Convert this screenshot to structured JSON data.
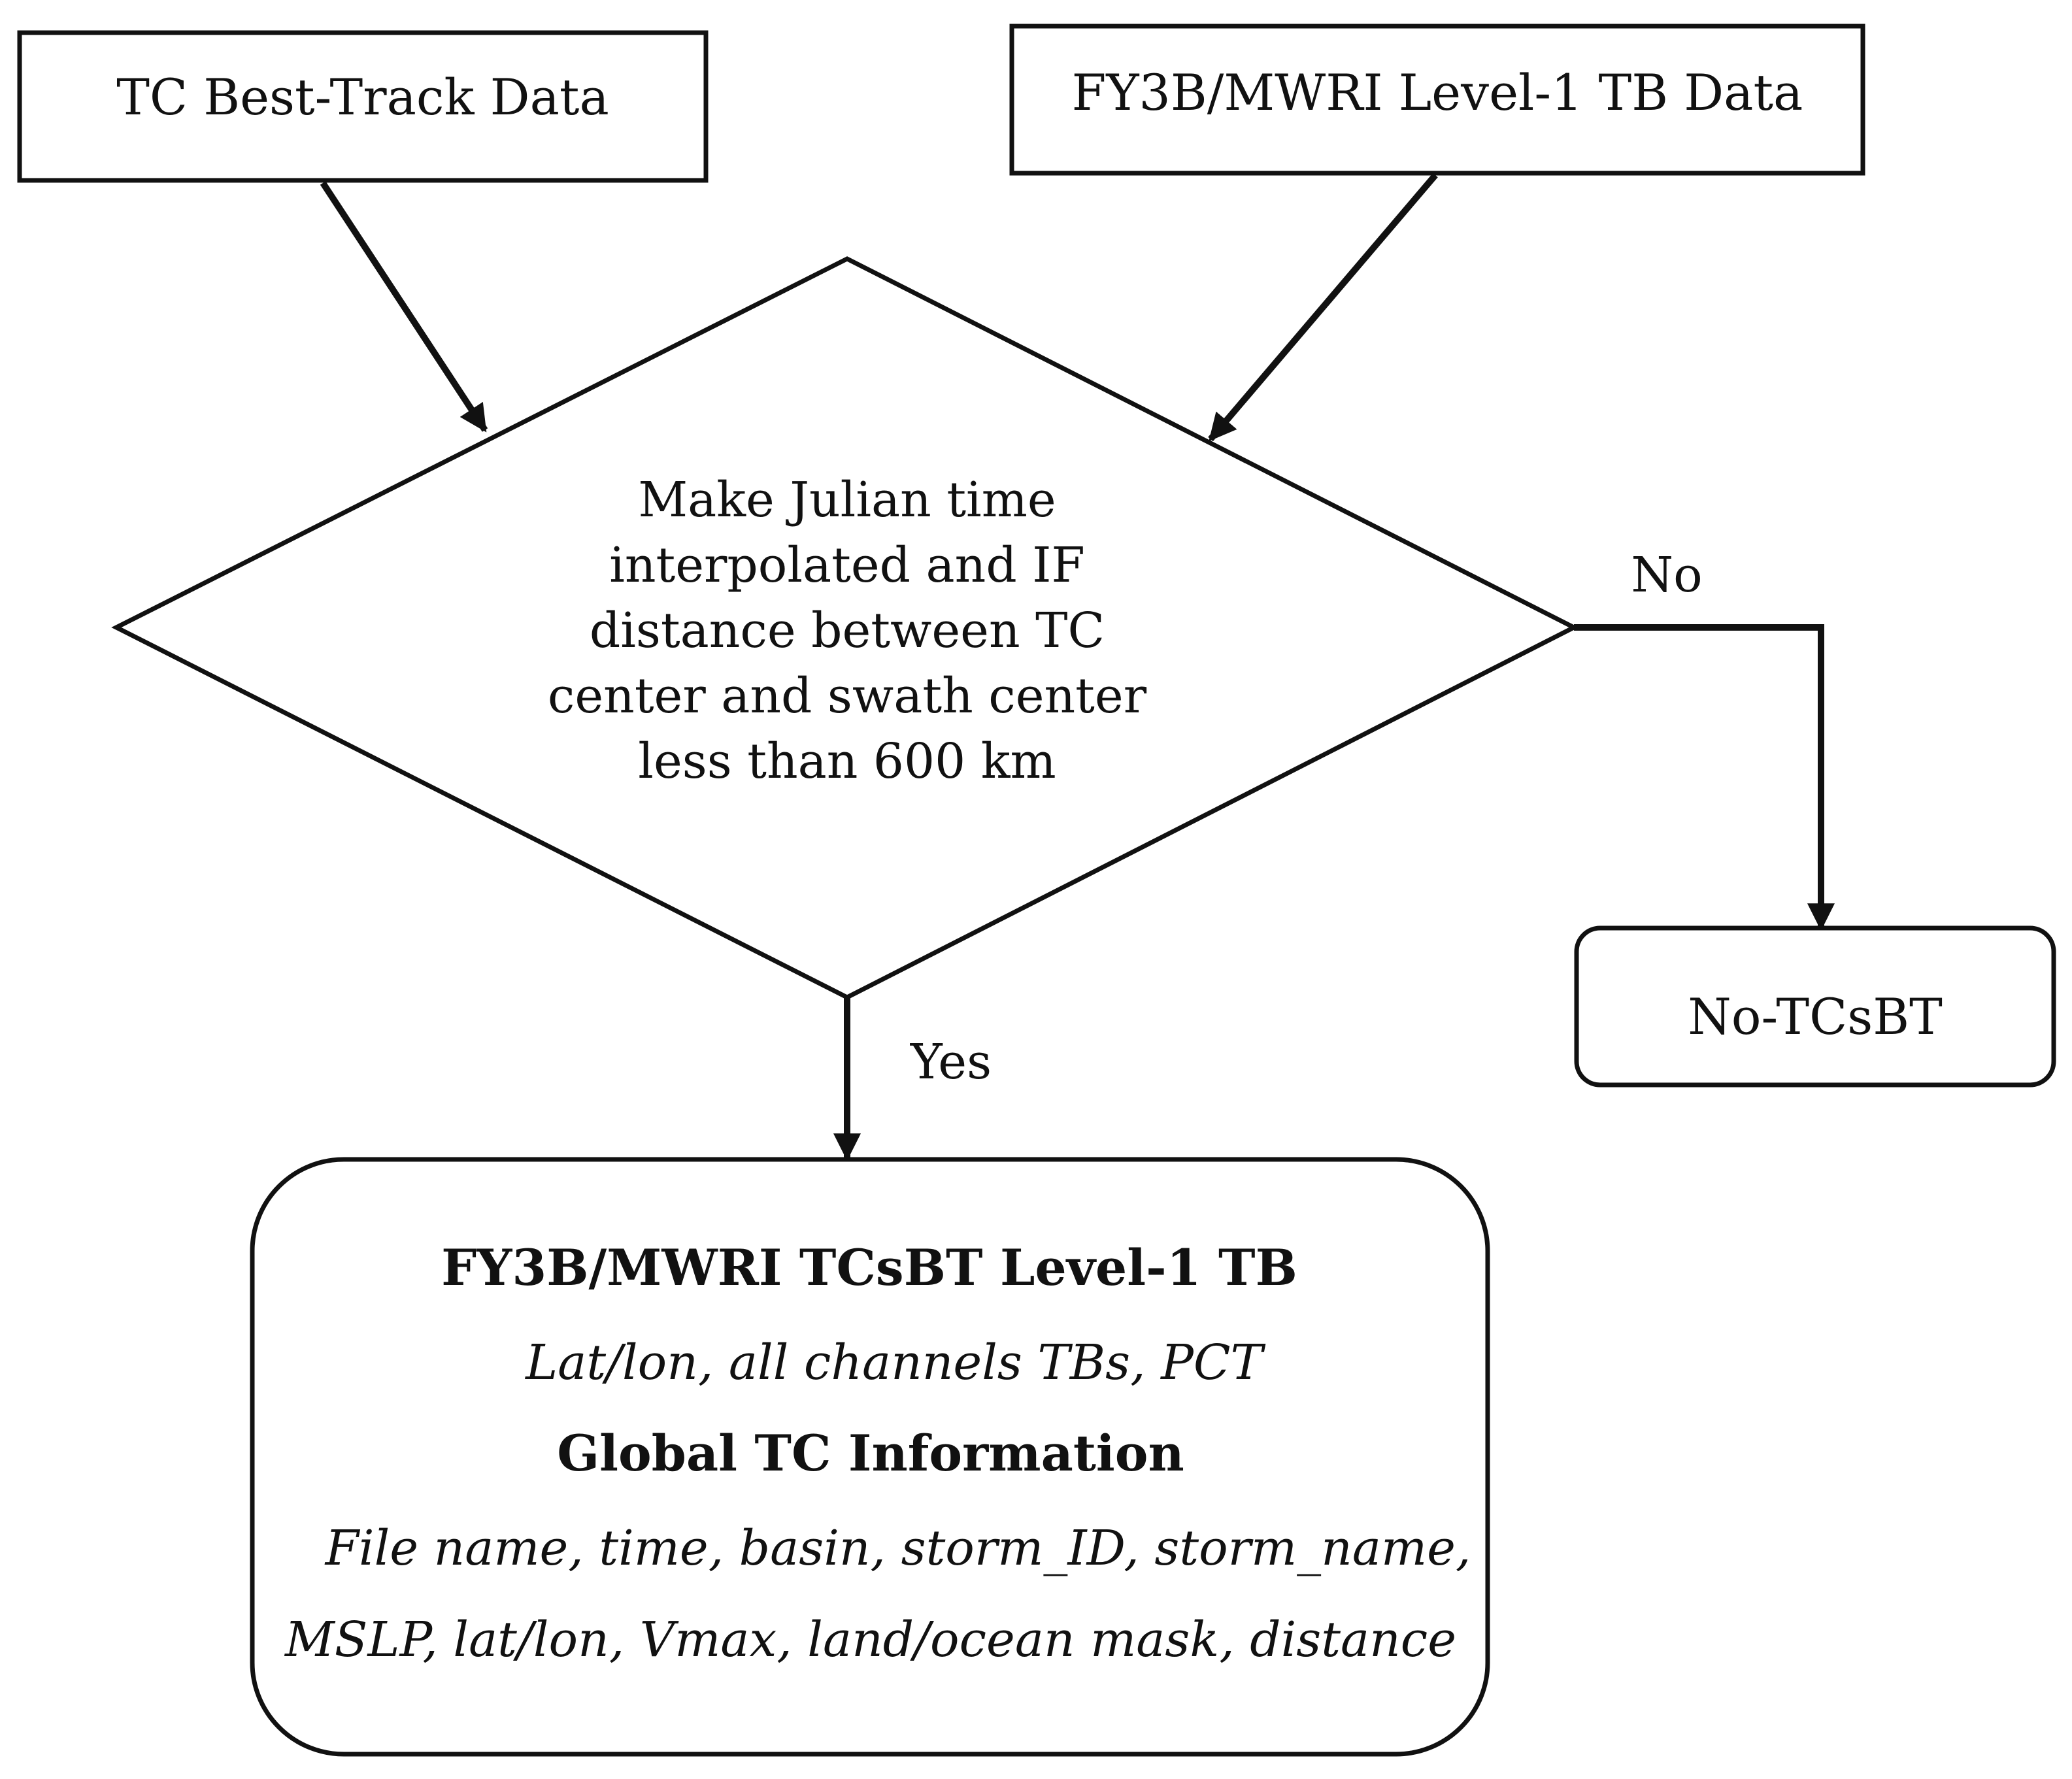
{
  "nodes": {
    "best_track": {
      "label": "TC Best-Track Data"
    },
    "level1": {
      "label": "FY3B/MWRI Level-1 TB Data"
    },
    "decision": {
      "lines": [
        "Make Julian time",
        "interpolated and IF",
        "distance between TC",
        "center and swath center",
        "less than 600 km"
      ]
    },
    "no_result": {
      "label": "No-TCsBT"
    },
    "output": {
      "heading1": "FY3B/MWRI TCsBT Level-1 TB",
      "detail1": "Lat/lon, all channels TBs, PCT",
      "heading2": "Global TC Information",
      "detail2_line1": "File name, time, basin, storm_ID, storm_name,",
      "detail2_line2": "MSLP, lat/lon, Vmax, land/ocean mask, distance"
    }
  },
  "edges": {
    "no_label": "No",
    "yes_label": "Yes"
  },
  "colors": {
    "stroke": "#111111",
    "background": "#ffffff"
  }
}
